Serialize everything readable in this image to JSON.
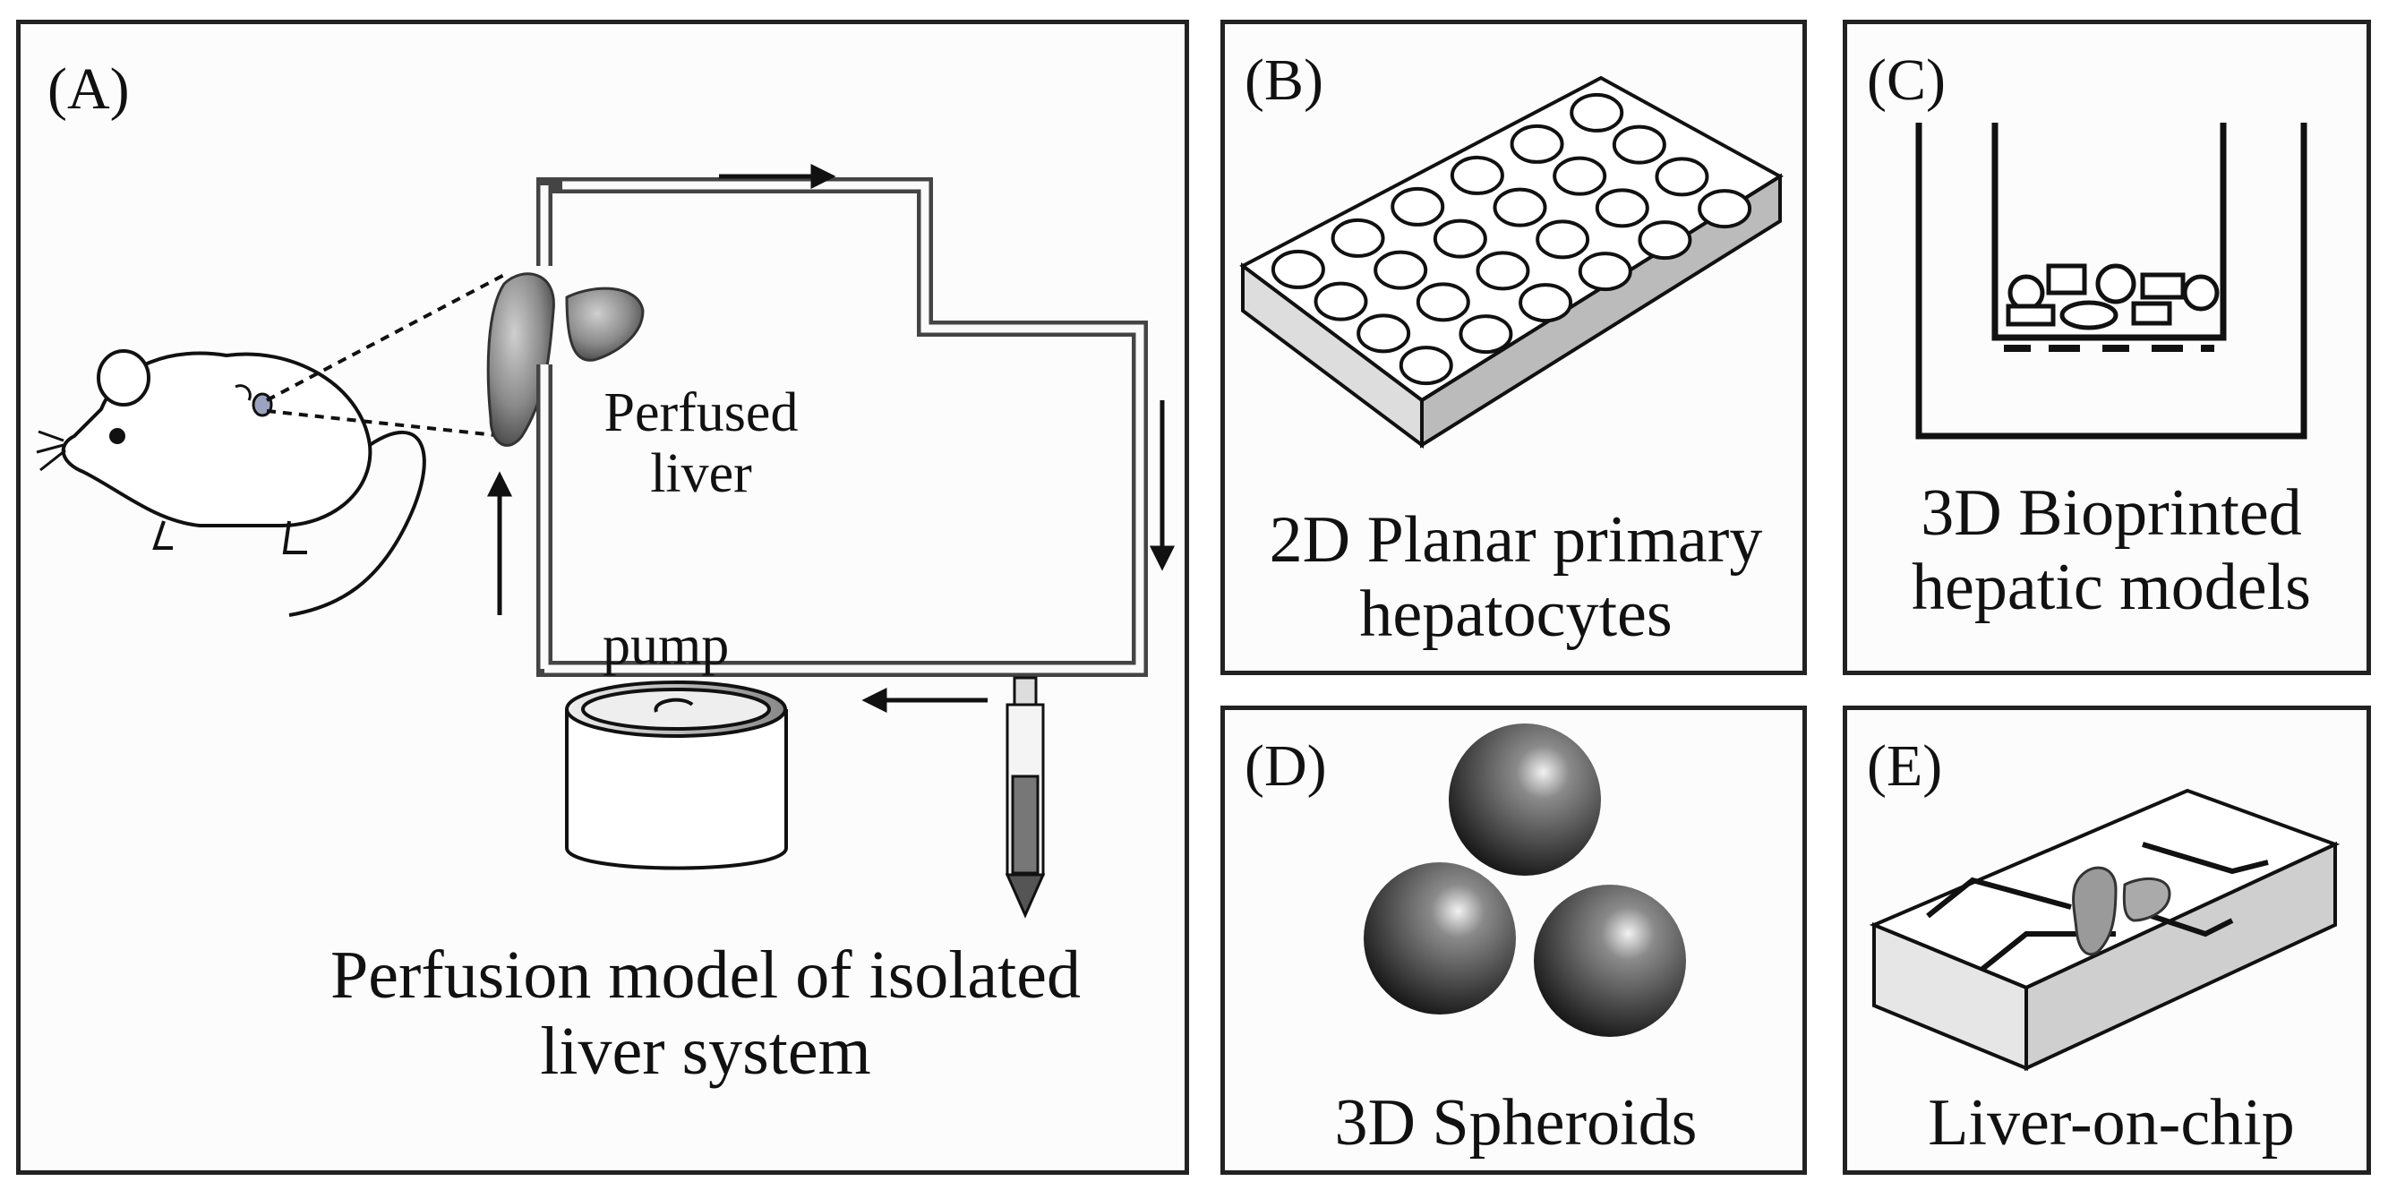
{
  "panels": {
    "a": {
      "label": "(A)",
      "perfused_liver": [
        "Perfused",
        "liver"
      ],
      "pump": "pump",
      "caption": [
        "Perfusion model of isolated",
        "liver system"
      ]
    },
    "b": {
      "label": "(B)",
      "caption": [
        "2D Planar primary",
        "hepatocytes"
      ]
    },
    "c": {
      "label": "(C)",
      "caption": [
        "3D Bioprinted",
        "hepatic models"
      ]
    },
    "d": {
      "label": "(D)",
      "caption": [
        "3D Spheroids"
      ]
    },
    "e": {
      "label": "(E)",
      "caption": [
        "Liver-on-chip"
      ]
    }
  },
  "icons": [
    "mouse-icon",
    "liver-icon",
    "pump-icon",
    "syringe-icon",
    "well-plate-icon",
    "bioprint-well-icon",
    "spheroid-icon",
    "chip-icon"
  ]
}
